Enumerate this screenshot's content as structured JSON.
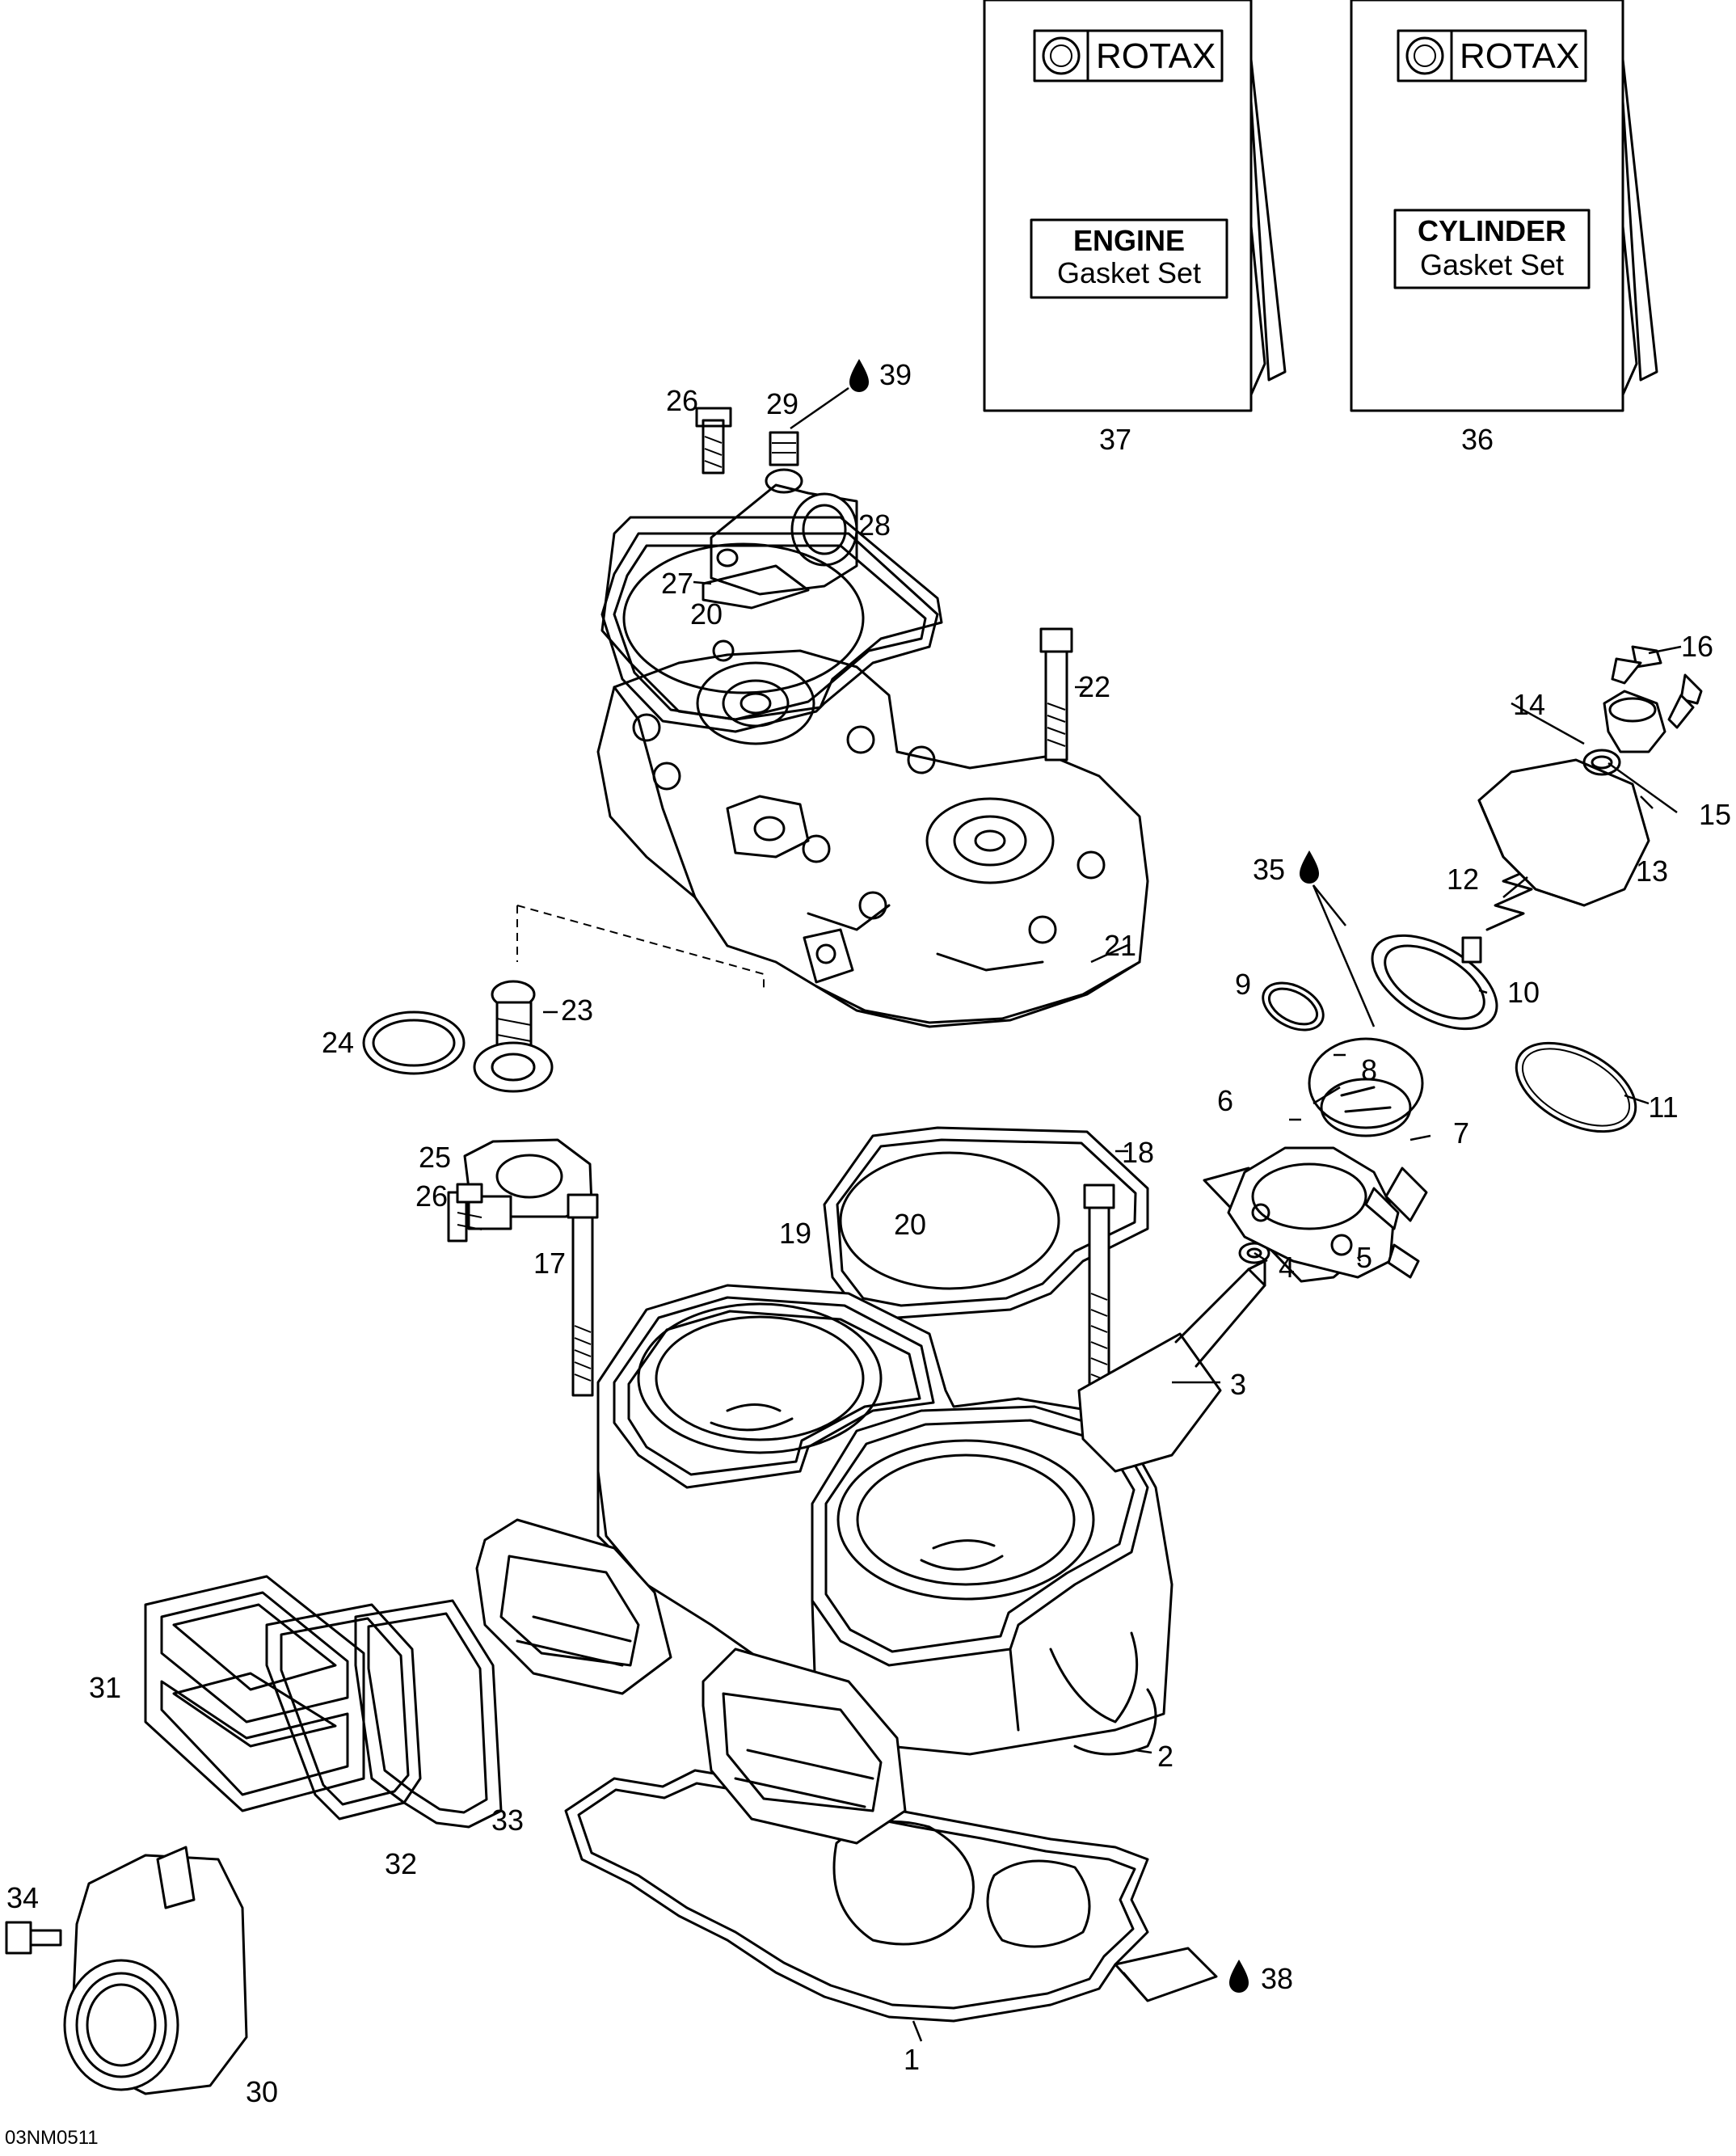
{
  "diagram": {
    "code": "03NM0511",
    "brand": "ROTAX",
    "kits": [
      {
        "id": "37",
        "line1": "ENGINE",
        "line2": "Gasket Set"
      },
      {
        "id": "36",
        "line1": "CYLINDER",
        "line2": "Gasket Set"
      }
    ],
    "callouts": [
      "1",
      "2",
      "3",
      "4",
      "5",
      "6",
      "7",
      "8",
      "9",
      "10",
      "11",
      "12",
      "13",
      "14",
      "15",
      "16",
      "17",
      "18",
      "19",
      "20",
      "20",
      "21",
      "22",
      "23",
      "24",
      "25",
      "26",
      "26",
      "27",
      "28",
      "29",
      "30",
      "31",
      "32",
      "33",
      "34",
      "35",
      "38",
      "39"
    ],
    "colors": {
      "line": "#000000",
      "background": "#ffffff"
    }
  }
}
